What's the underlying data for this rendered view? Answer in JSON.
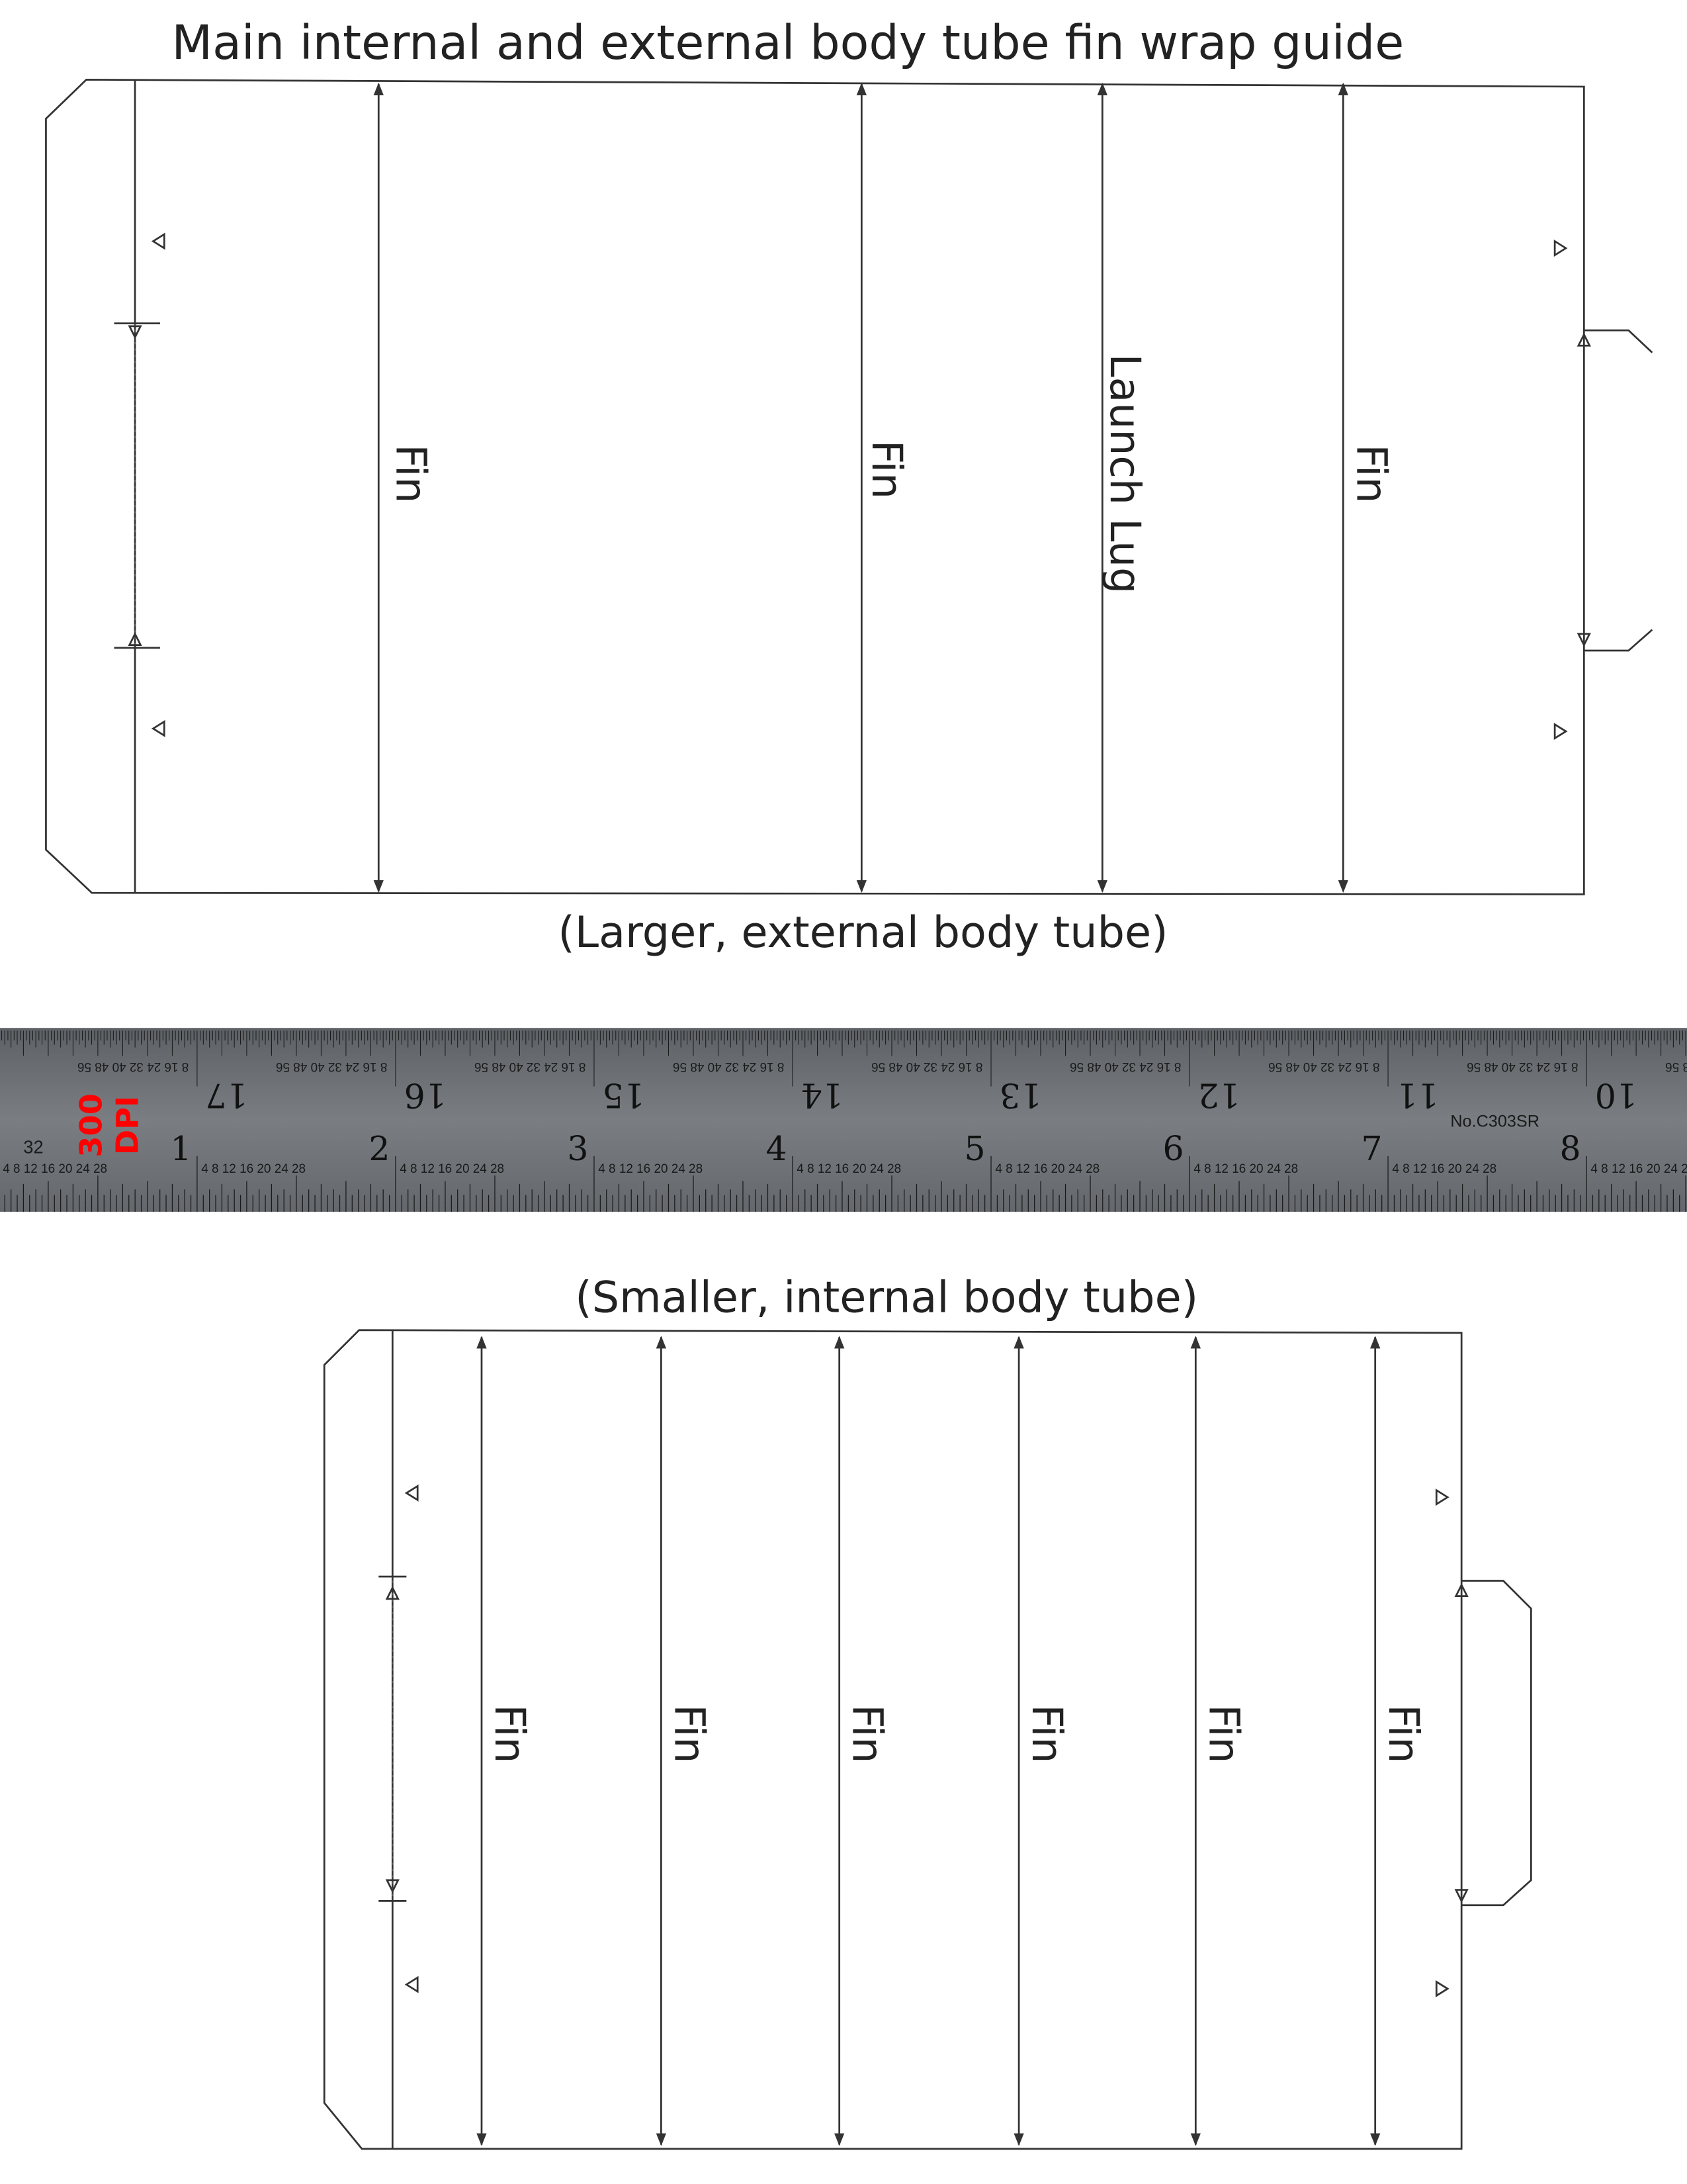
{
  "title": "Main internal and external body tube fin wrap guide",
  "top_template": {
    "caption": "(Larger, external body tube)",
    "lines": [
      {
        "label": "Fin"
      },
      {
        "label": "Fin"
      },
      {
        "label": "Launch Lug"
      },
      {
        "label": "Fin"
      }
    ]
  },
  "ruler": {
    "model": "No.C303SR",
    "dpi_stamp": "300 DPI",
    "dpi_color": "#ff0000",
    "graduation_label": "32",
    "bottom_numbers": [
      "1",
      "2",
      "3",
      "4",
      "5",
      "6",
      "7",
      "8"
    ],
    "top_numbers": [
      "17",
      "16",
      "15",
      "14",
      "13",
      "12",
      "11",
      "10"
    ],
    "bottom_sub_labels": "4  8  12 16 20 24 28",
    "top_sub_labels": "8  16 24 32 40 48 56",
    "ruler_color": "#6e7276"
  },
  "bottom_template": {
    "caption": "(Smaller, internal body tube)",
    "lines": [
      {
        "label": "Fin"
      },
      {
        "label": "Fin"
      },
      {
        "label": "Fin"
      },
      {
        "label": "Fin"
      },
      {
        "label": "Fin"
      },
      {
        "label": "Fin"
      }
    ]
  }
}
